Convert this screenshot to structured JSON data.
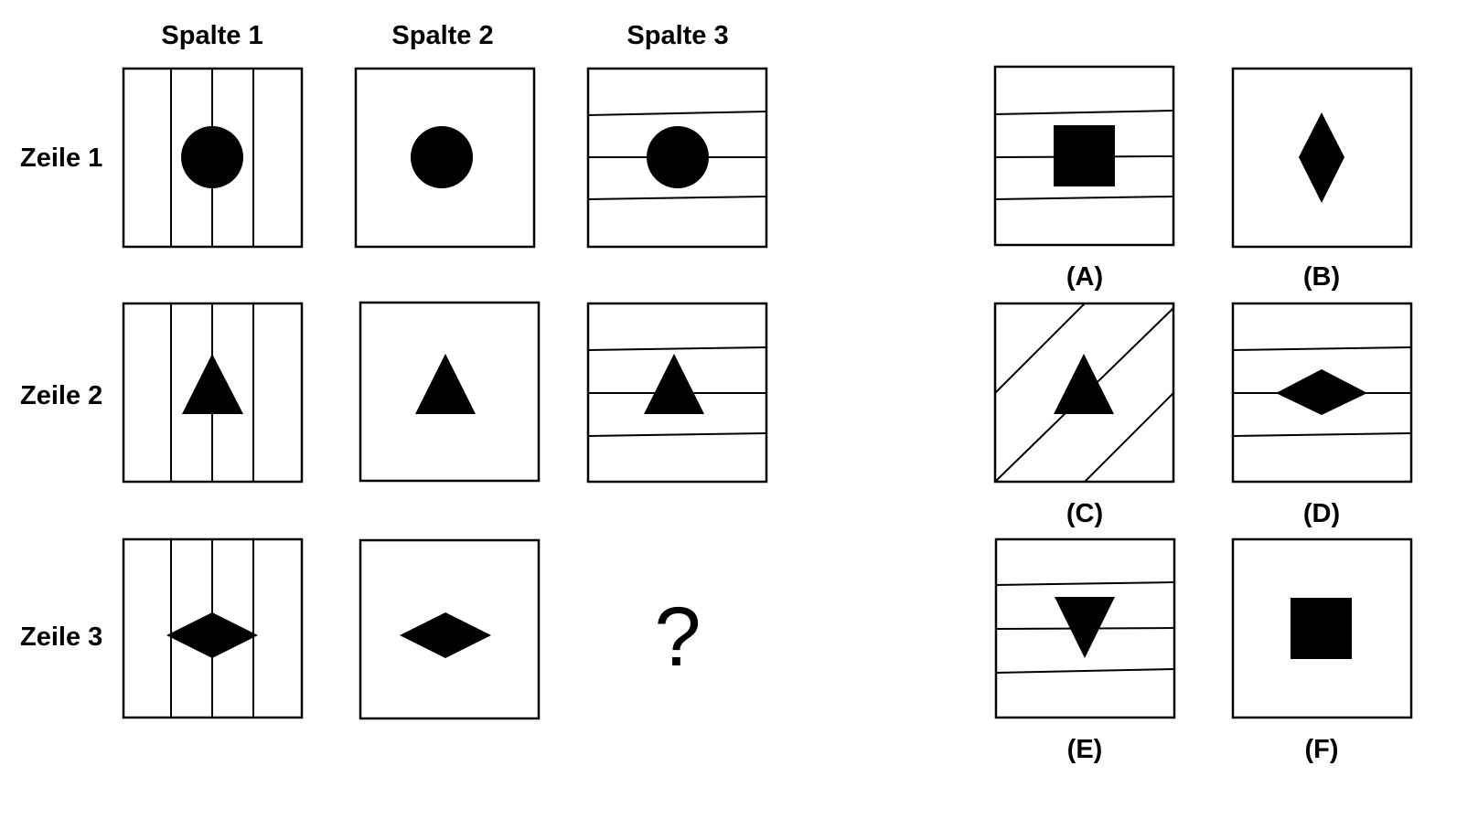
{
  "columns": [
    "Spalte 1",
    "Spalte 2",
    "Spalte 3"
  ],
  "rows": [
    "Zeile 1",
    "Zeile 2",
    "Zeile 3"
  ],
  "missing_cell": "?",
  "options": [
    "(A)",
    "(B)",
    "(C)",
    "(D)",
    "(E)",
    "(F)"
  ],
  "shape_color": "#000000"
}
